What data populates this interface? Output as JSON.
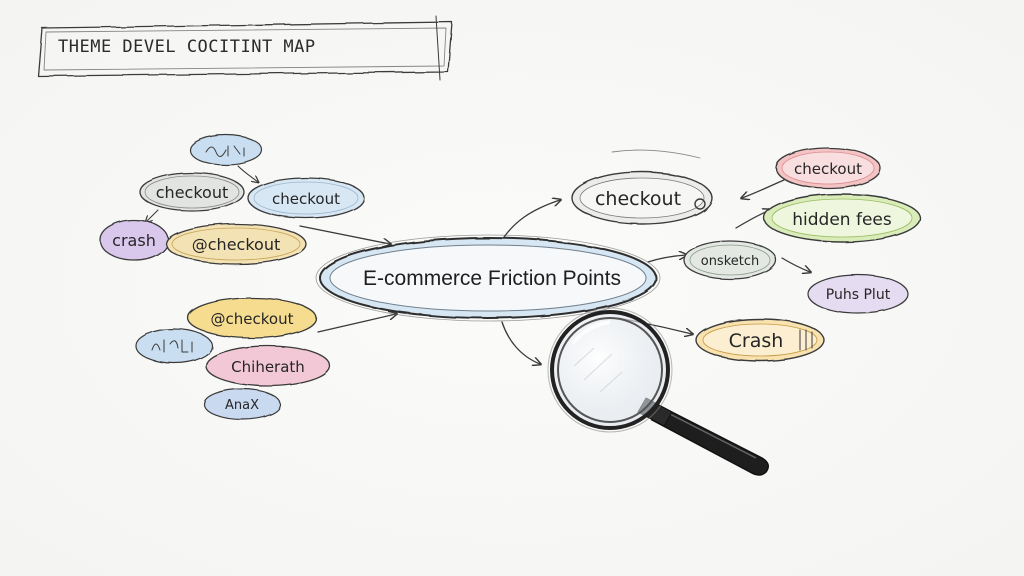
{
  "title": "THEME DEVEL COCITINT MAP",
  "central": {
    "label": "E-commerce Friction Points"
  },
  "nodes": {
    "n_top_glyph": {
      "label": ""
    },
    "n_checkout_a": {
      "label": "checkout"
    },
    "n_checkout_b": {
      "label": "checkout"
    },
    "n_crash_left": {
      "label": "crash"
    },
    "n_checkout_c": {
      "label": "@checkout"
    },
    "n_checkout_d": {
      "label": "@checkout"
    },
    "n_glyph_left": {
      "label": ""
    },
    "n_chiherath": {
      "label": "Chiherath"
    },
    "n_anax": {
      "label": "AnaX"
    },
    "n_checkout_e": {
      "label": "checkout"
    },
    "n_checkout_red": {
      "label": "checkout"
    },
    "n_hidden_fees": {
      "label": "hidden fees"
    },
    "n_onsketch": {
      "label": "onsketch"
    },
    "n_puhsplut": {
      "label": "Puhs Plut"
    },
    "n_crash_right": {
      "label": "Crash"
    }
  },
  "colors": {
    "blue": "#c9def0",
    "green": "#d9ecb9",
    "purple": "#d9c8ec",
    "yellow": "#f6dc8f",
    "pink": "#f3c8d6",
    "red": "#f1b7ba",
    "gray": "#e2e4e2",
    "ink": "#333333"
  }
}
